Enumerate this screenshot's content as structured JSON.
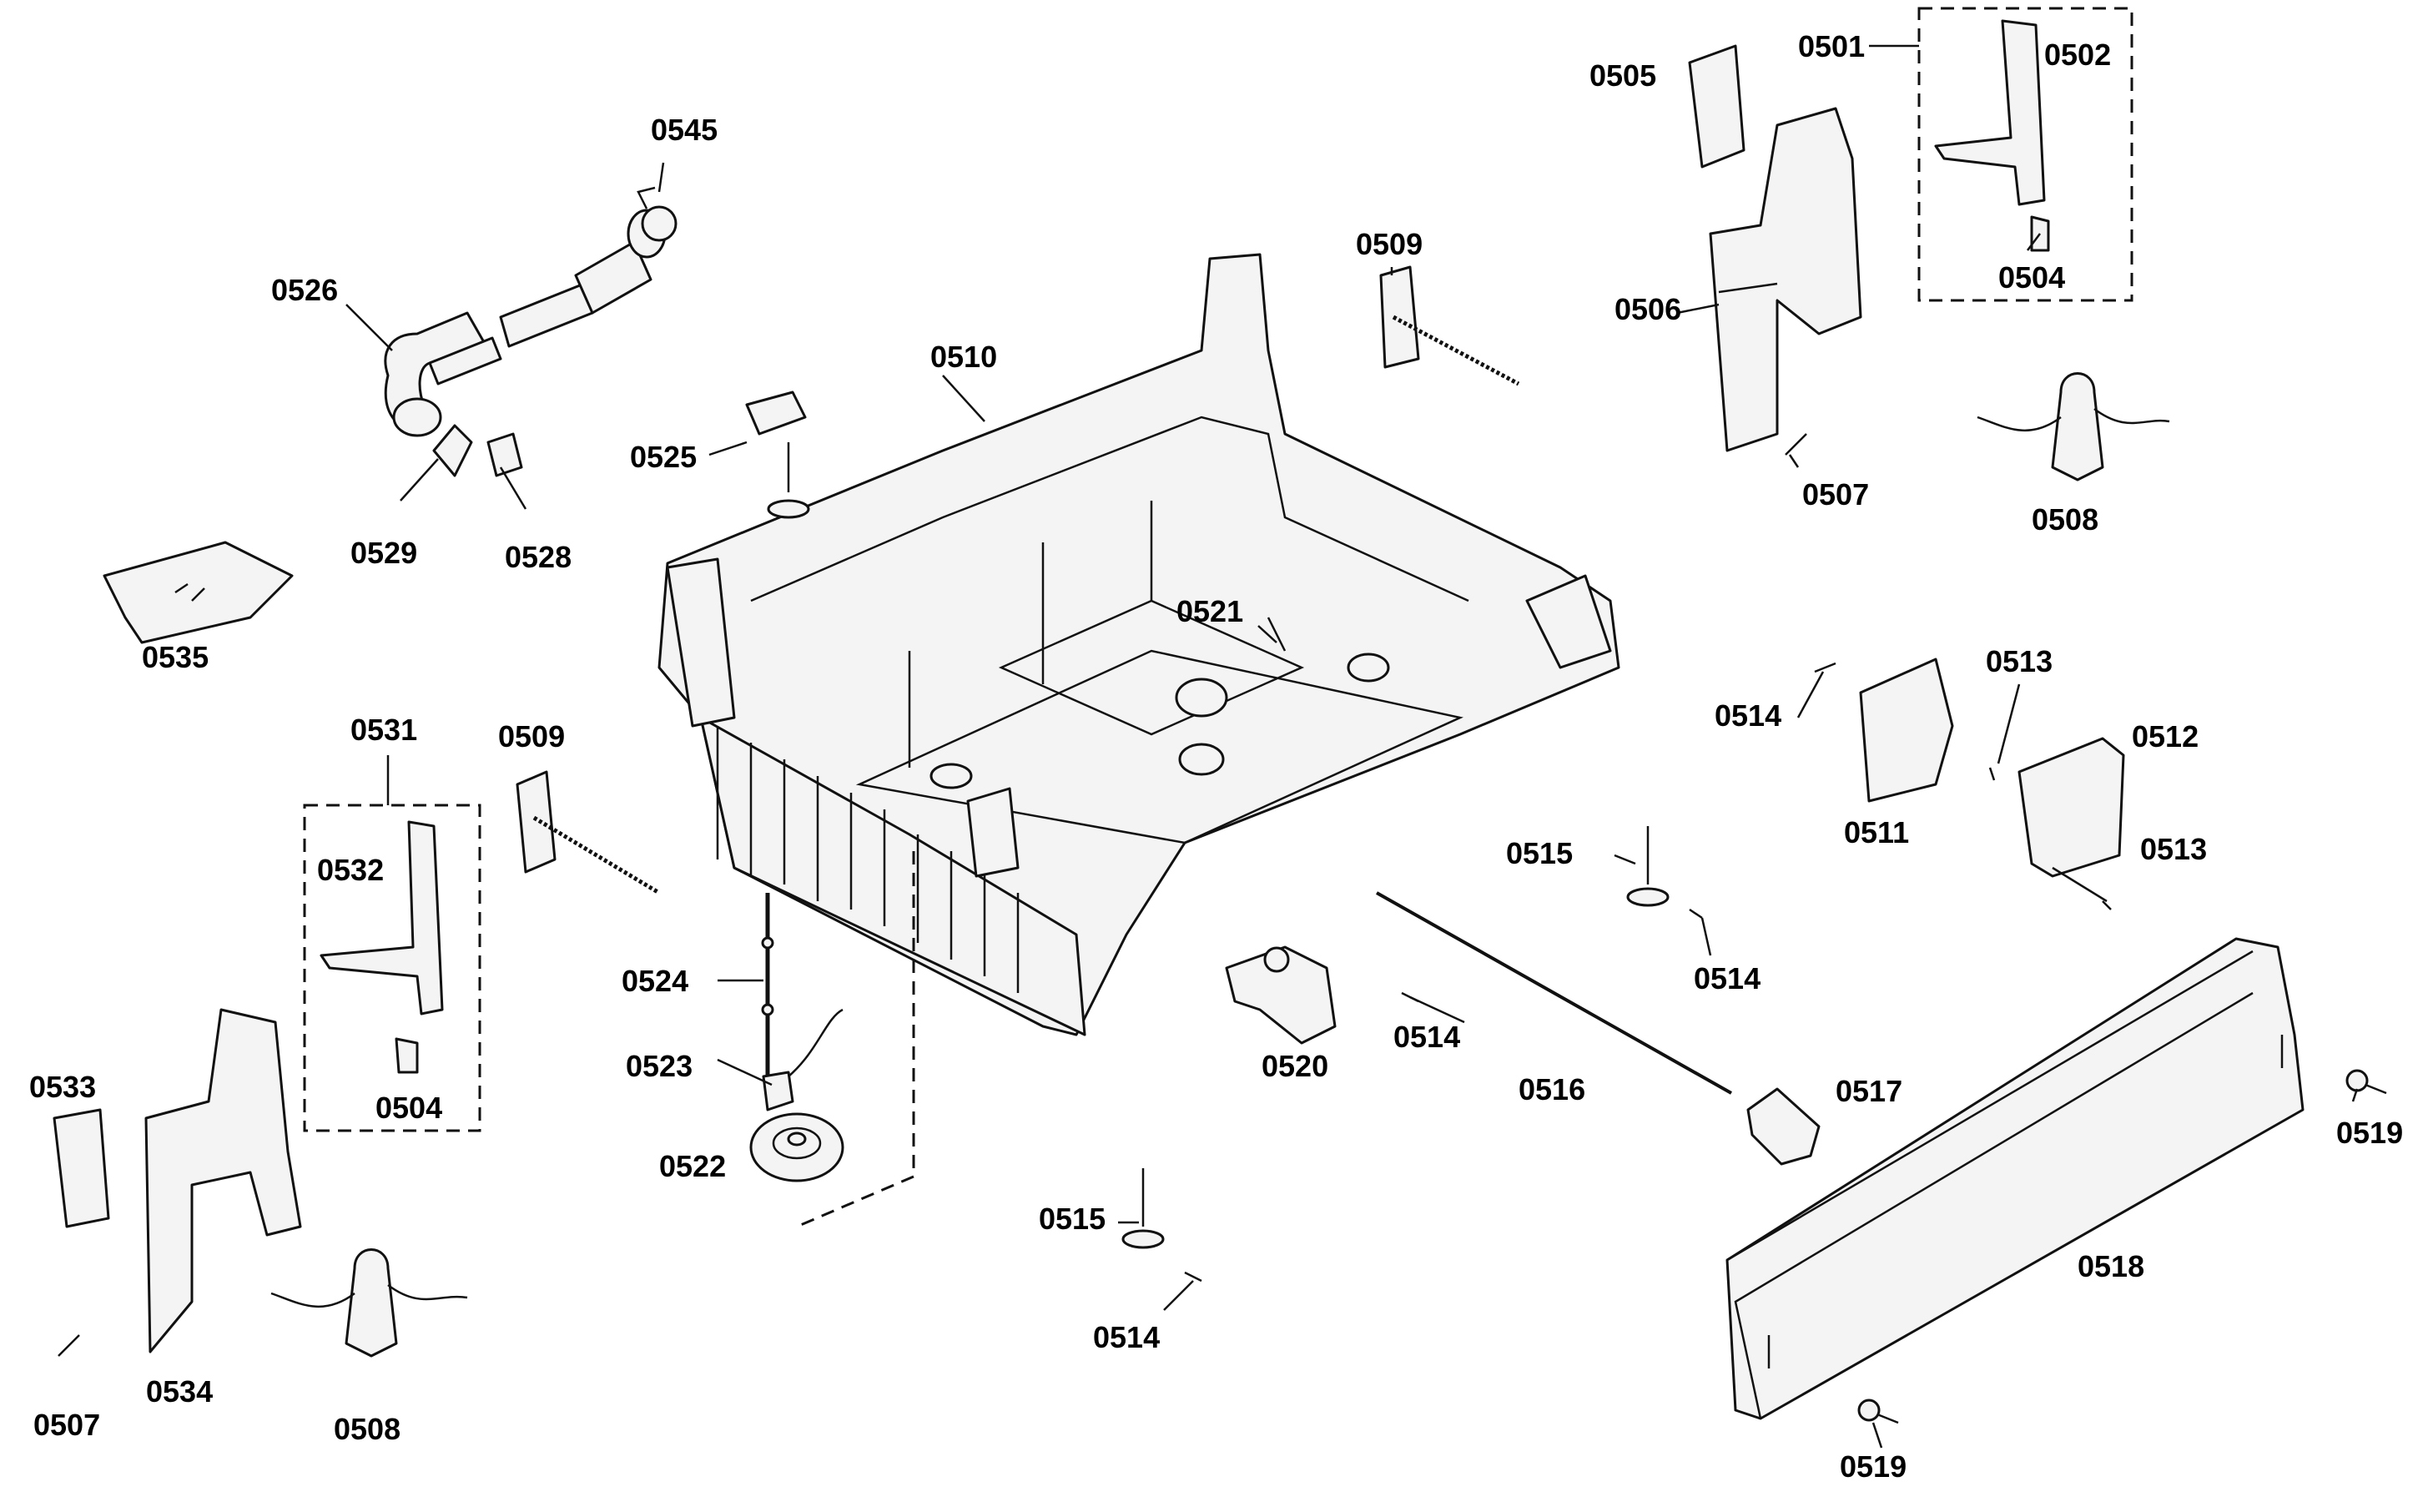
{
  "labels": {
    "l0501": "0501",
    "l0502": "0502",
    "l0504a": "0504",
    "l0504b": "0504",
    "l0505": "0505",
    "l0506": "0506",
    "l0507a": "0507",
    "l0507b": "0507",
    "l0508a": "0508",
    "l0508b": "0508",
    "l0509a": "0509",
    "l0509b": "0509",
    "l0510": "0510",
    "l0511": "0511",
    "l0512": "0512",
    "l0513a": "0513",
    "l0513b": "0513",
    "l0514a": "0514",
    "l0514b": "0514",
    "l0514c": "0514",
    "l0514d": "0514",
    "l0515a": "0515",
    "l0515b": "0515",
    "l0516": "0516",
    "l0517": "0517",
    "l0518": "0518",
    "l0519a": "0519",
    "l0519b": "0519",
    "l0520": "0520",
    "l0521": "0521",
    "l0522": "0522",
    "l0523": "0523",
    "l0524": "0524",
    "l0525": "0525",
    "l0526": "0526",
    "l0528": "0528",
    "l0529": "0529",
    "l0531": "0531",
    "l0532": "0532",
    "l0533": "0533",
    "l0534": "0534",
    "l0535": "0535",
    "l0545": "0545"
  }
}
